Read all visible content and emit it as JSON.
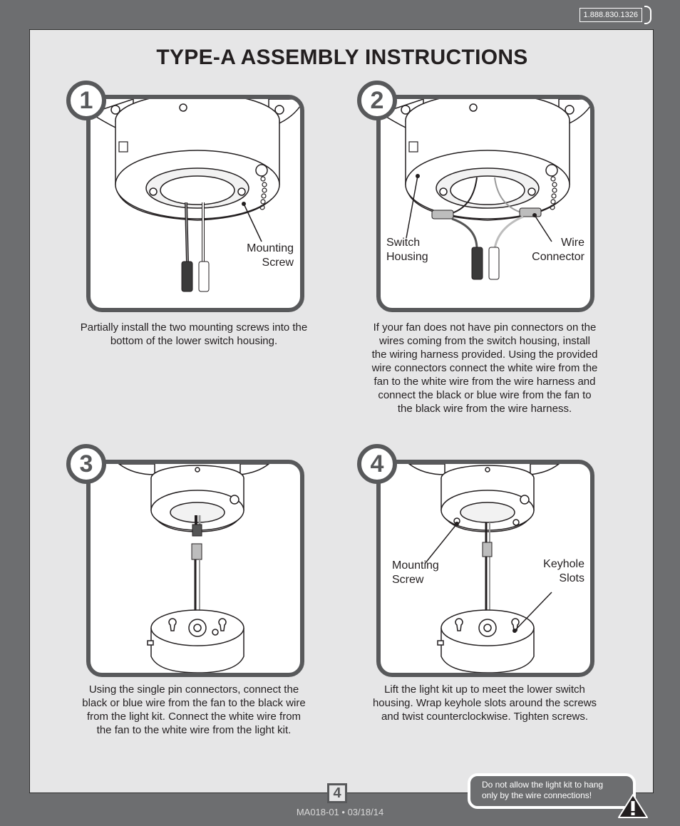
{
  "header": {
    "phone": "1.888.830.1326"
  },
  "title": "TYPE-A ASSEMBLY INSTRUCTIONS",
  "steps": [
    {
      "number": "1",
      "labels": {
        "mounting_screw": [
          "Mounting",
          "Screw"
        ]
      },
      "caption": "Partially install the two mounting  screws into the bottom of the lower switch housing."
    },
    {
      "number": "2",
      "labels": {
        "switch_housing": [
          "Switch",
          "Housing"
        ],
        "wire_connector": [
          "Wire",
          "Connector"
        ]
      },
      "caption": "If your fan does not have pin connectors on the wires coming from the switch housing, install the wiring harness provided. Using the provided wire connectors connect the white wire from the fan to the white wire from the wire harness and connect the black or blue wire from the fan to the black wire from the wire harness."
    },
    {
      "number": "3",
      "caption": "Using the single pin connectors, connect the black or blue wire from the fan to the black wire from the light kit. Connect the white wire from the fan to the white wire from the light kit."
    },
    {
      "number": "4",
      "labels": {
        "mounting_screw": [
          "Mounting",
          "Screw"
        ],
        "keyhole_slots": [
          "Keyhole",
          "Slots"
        ]
      },
      "caption": "Lift the light kit up to meet the lower switch housing. Wrap keyhole slots around the screws and twist counterclockwise. Tighten screws."
    }
  ],
  "footer": {
    "page_number": "4",
    "doc_code": "MA018-01 • 03/18/14",
    "warning": [
      "Do not allow the light kit to hang",
      "only by the wire connections!"
    ],
    "warning_icon": "exclamation-triangle-icon"
  },
  "colors": {
    "background": "#6d6e70",
    "sheet": "#e6e6e7",
    "panel_border": "#58595b"
  }
}
